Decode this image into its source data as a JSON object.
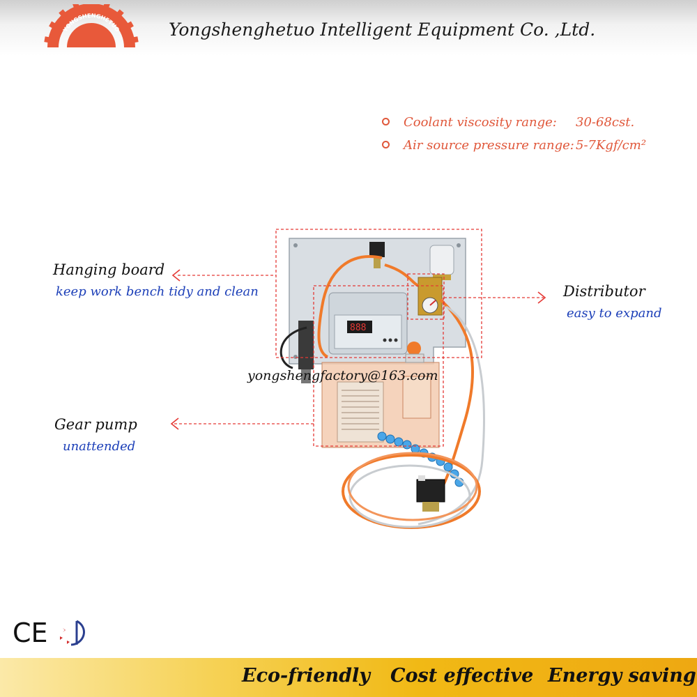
{
  "header": {
    "logo_text": "YONGSHENGHETUO",
    "company_name": "Yongshenghetuo Intelligent Equipment Co. ,Ltd."
  },
  "specs": [
    {
      "label": "Coolant viscosity range:",
      "value": "30-68cst."
    },
    {
      "label": "Air source pressure range:",
      "value": "5-7Kgf/cm²"
    }
  ],
  "callouts": {
    "hanging_board": {
      "title": "Hanging board",
      "desc": "keep work bench tidy and clean"
    },
    "distributor": {
      "title": "Distributor",
      "desc": "easy to expand"
    },
    "gear_pump": {
      "title": "Gear pump",
      "desc": "unattended"
    }
  },
  "email": "yongshengfactory@163.com",
  "certifications": {
    "ce_mark": "CE",
    "second_mark": "ccc-quality-icon"
  },
  "slogans": [
    "Eco-friendly",
    "Cost effective",
    "Energy saving"
  ],
  "colors": {
    "accent": "#e0573a",
    "arrow": "#e53935",
    "blue_text": "#1c3fb8",
    "footer": "#f1b915"
  }
}
